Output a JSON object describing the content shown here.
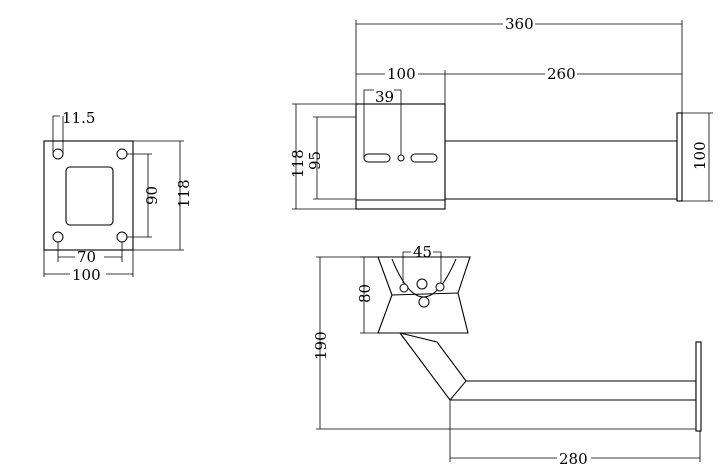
{
  "dimensions": {
    "plate_hole_diameter": "11.5",
    "plate_hole_spacing_vertical": "90",
    "plate_height": "118",
    "plate_hole_spacing_horizontal": "70",
    "plate_width": "100",
    "top_total_length": "360",
    "top_mount_width": "100",
    "top_arm_length": "260",
    "top_slot_spacing": "39",
    "top_mount_height": "118",
    "top_inner_height": "95",
    "top_end_plate_height": "100",
    "side_hole_spacing": "45",
    "side_bracket_height": "80",
    "side_total_height": "190",
    "side_arm_length": "280"
  }
}
